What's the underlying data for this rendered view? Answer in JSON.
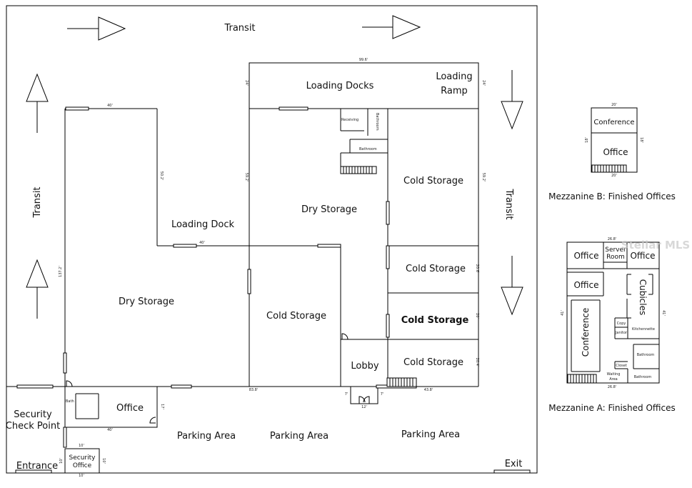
{
  "transit": {
    "top": "Transit",
    "left": "Transit",
    "right": "Transit"
  },
  "main": {
    "loading_docks": "Loading Docks",
    "loading_ramp_1": "Loading",
    "loading_ramp_2": "Ramp",
    "receiving": "Receiving",
    "bathroom_v": "Bathroom",
    "bathroom_h": "Bathroom",
    "dry_storage_upper": "Dry Storage",
    "cold_storage_1": "Cold Storage",
    "cold_storage_2": "Cold Storage",
    "cold_storage_3": "Cold Storage",
    "cold_storage_4": "Cold Storage",
    "cold_storage_mid": "Cold Storage",
    "lobby": "Lobby",
    "loading_dock": "Loading Dock",
    "dry_storage_left": "Dry Storage",
    "office": "Office",
    "bath": "Bath",
    "security_check_1": "Security",
    "security_check_2": "Check Point",
    "security_office_1": "Security",
    "security_office_2": "Office",
    "parking_1": "Parking Area",
    "parking_2": "Parking Area",
    "parking_3": "Parking Area",
    "entrance": "Entrance",
    "exit": "Exit"
  },
  "dims": {
    "top_dock": "99.6'",
    "dock_h_left": "24'",
    "dock_h_right": "24'",
    "wing_top": "40'",
    "wing_v": "50.2'",
    "loading_dock_w": "40'",
    "dry_upper_v": "59.2'",
    "cold_right_v": "59.2'",
    "cold_2_v": "20.6'",
    "cold_3_v": "20'",
    "cold_4_v": "20.4'",
    "left_v": "137.2'",
    "bottom_mid": "83.8'",
    "bottom_right": "43.8'",
    "lobby_w": "12'",
    "lobby_l": "7'",
    "lobby_r": "7'",
    "office_w": "40'",
    "office_v": "17'",
    "sec_top": "10'",
    "sec_bottom": "10'",
    "sec_left": "10'",
    "sec_right": "10'"
  },
  "mezz_b": {
    "conference": "Conference",
    "office": "Office",
    "caption": "Mezzanine B: Finished Offices",
    "dim_top": "20'",
    "dim_bottom": "20'",
    "dim_left": "18'",
    "dim_right": "18'"
  },
  "mezz_a": {
    "office_1": "Office",
    "server_1": "Server",
    "server_2": "Room",
    "office_2": "Office",
    "office_3": "Office",
    "cubicles": "Cubicles",
    "conference": "Conference",
    "copy": "Copy",
    "janitor": "Janitor",
    "kitchenette": "Kitchennette",
    "bathroom_1": "Bathroom",
    "closet": "Closet",
    "waiting_1": "Waiting",
    "waiting_2": "Area",
    "bathroom_2": "Bathroom",
    "caption": "Mezzanine A: Finished Offices",
    "dim_top": "26.8'",
    "dim_bottom": "26.8'",
    "dim_left": "41'",
    "dim_right": "41'"
  },
  "watermark": "Stellar MLS"
}
